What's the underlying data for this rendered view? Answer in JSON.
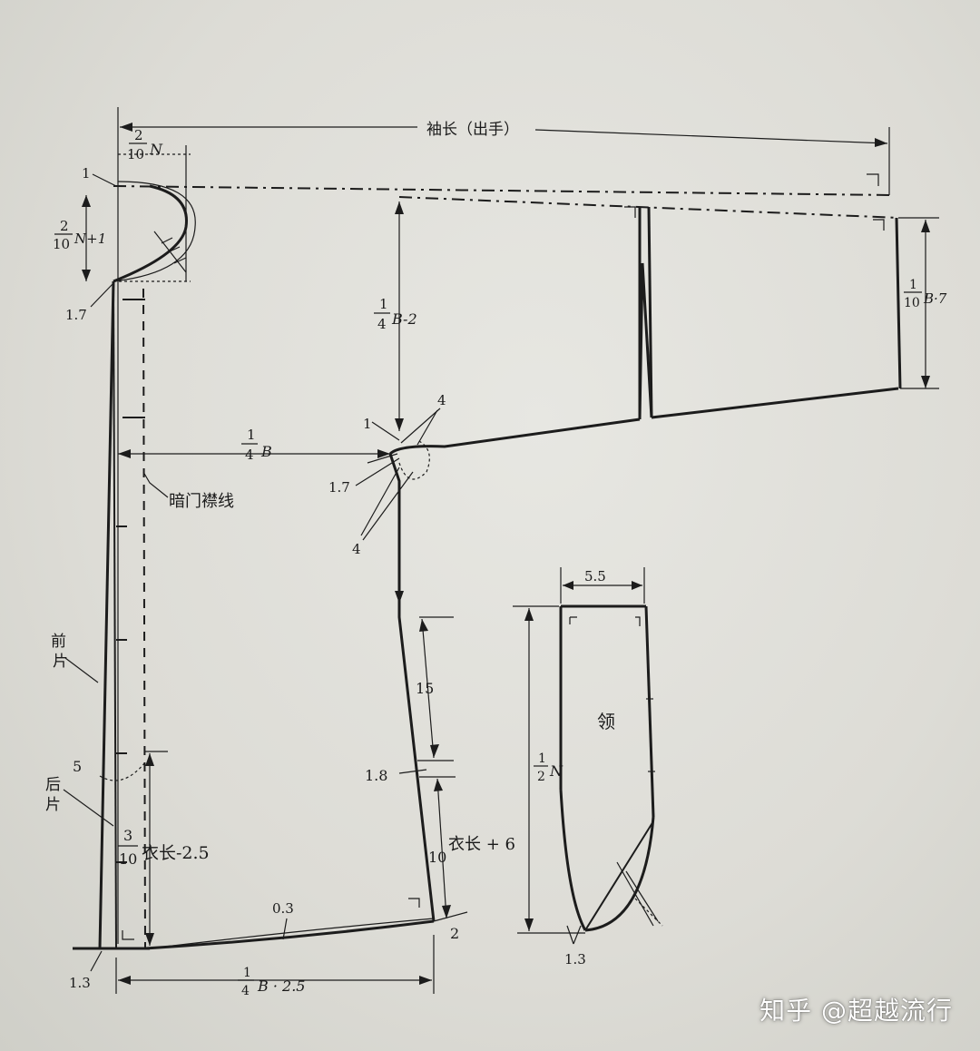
{
  "labels": {
    "sleeve_length": "袖长（出手）",
    "neck_2_10": "2",
    "neck_den_10": "10",
    "neck_var_n": "N",
    "neck_depth_num": "2",
    "neck_depth_den": "10",
    "neck_depth_rest": "N+1",
    "one_a": "1",
    "one_b": "1",
    "one_seven_a": "1.7",
    "one_seven_b": "1.7",
    "four_a": "4",
    "four_b": "4",
    "quarter_b_minus_2_num": "1",
    "quarter_b_minus_2_den": "4",
    "quarter_b_minus_2_rest": "B-2",
    "quarter_b_num": "1",
    "quarter_b_den": "4",
    "quarter_b_rest": "B",
    "tenth_b_plus_7_num": "1",
    "tenth_b_plus_7_den": "10",
    "tenth_b_plus_7_rest": "B·7",
    "hidden_placket": "暗门襟线",
    "front_1": "前",
    "front_2": "片",
    "back_1": "后",
    "back_2": "片",
    "five": "5",
    "three_tenth_num": "3",
    "three_tenth_den": "10",
    "three_tenth_rest": "衣长-2.5",
    "fifteen": "15",
    "one_eight": "1.8",
    "ten": "10",
    "length_plus_6": "衣长 + 6",
    "zero_three": "0.3",
    "two": "2",
    "one_three_a": "1.3",
    "hem_num": "1",
    "hem_den": "4",
    "hem_rest": "B · 2.5",
    "collar_width": "5.5",
    "collar": "领",
    "half_n_num": "1",
    "half_n_den": "2",
    "half_n_rest": "N",
    "one_three_b": "1.3"
  },
  "watermark": "知乎 @超越流行"
}
